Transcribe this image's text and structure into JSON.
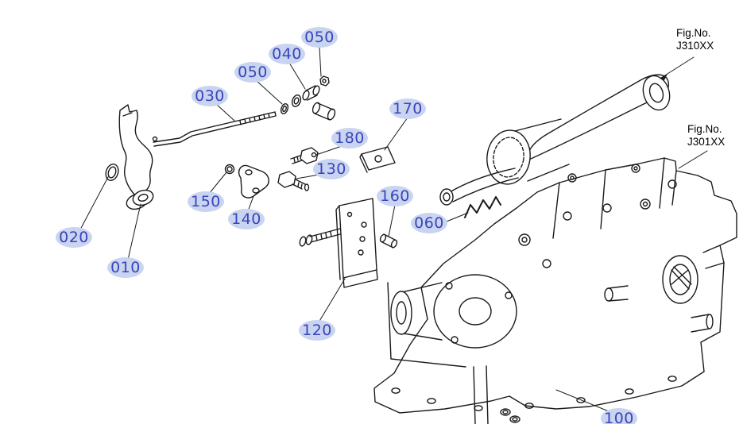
{
  "diagram": {
    "description": "Exploded parts diagram of hydraulic valve and linkage assembly",
    "colors": {
      "callout_background": "#c9d4f0",
      "callout_text": "#3a44bb",
      "line_art": "#1a1a1a",
      "background": "#ffffff"
    },
    "callouts": [
      {
        "id": "050-a",
        "label": "050"
      },
      {
        "id": "040",
        "label": "040"
      },
      {
        "id": "050-b",
        "label": "050"
      },
      {
        "id": "030",
        "label": "030"
      },
      {
        "id": "170",
        "label": "170"
      },
      {
        "id": "180",
        "label": "180"
      },
      {
        "id": "130",
        "label": "130"
      },
      {
        "id": "160",
        "label": "160"
      },
      {
        "id": "150",
        "label": "150"
      },
      {
        "id": "140",
        "label": "140"
      },
      {
        "id": "060",
        "label": "060"
      },
      {
        "id": "020",
        "label": "020"
      },
      {
        "id": "010",
        "label": "010"
      },
      {
        "id": "120",
        "label": "120"
      },
      {
        "id": "100",
        "label": "100"
      }
    ],
    "references": [
      {
        "id": "J310XX",
        "line1": "Fig.No.",
        "line2": "J310XX"
      },
      {
        "id": "J301XX",
        "line1": "Fig.No.",
        "line2": "J301XX"
      }
    ]
  }
}
